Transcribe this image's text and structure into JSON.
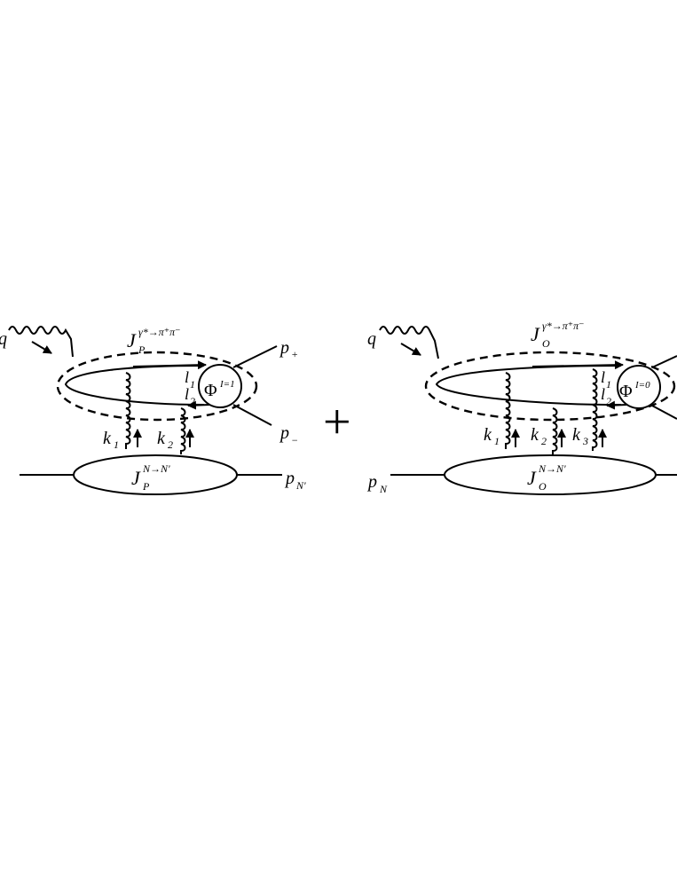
{
  "panels": [
    {
      "id": "pomeron",
      "photon": "q",
      "pair_current": {
        "base": "J",
        "sub": "P",
        "sup": "γ*→π⁺π⁻"
      },
      "nucleon_current": {
        "base": "J",
        "sub": "P",
        "sup": "N→N'"
      },
      "quark_labels": [
        {
          "base": "l",
          "sub": "1"
        },
        {
          "base": "l",
          "sub": "2"
        }
      ],
      "blob": {
        "base": "Φ",
        "sup": "I=1"
      },
      "out_plus": {
        "base": "p",
        "sub": "+"
      },
      "out_minus": {
        "base": "p",
        "sub": "−"
      },
      "nucleon_out": {
        "base": "p",
        "sub": "N'"
      },
      "gluons": [
        {
          "base": "k",
          "sub": "1"
        },
        {
          "base": "k",
          "sub": "2"
        }
      ]
    },
    {
      "id": "odderon",
      "photon": "q",
      "pair_current": {
        "base": "J",
        "sub": "O",
        "sup": "γ*→π⁺π⁻"
      },
      "nucleon_current": {
        "base": "J",
        "sub": "O",
        "sup": "N→N'"
      },
      "quark_labels": [
        {
          "base": "l",
          "sub": "1"
        },
        {
          "base": "l",
          "sub": "2"
        }
      ],
      "blob": {
        "base": "Φ",
        "sup": "I=0"
      },
      "nucleon_in": {
        "base": "p",
        "sub": "N"
      },
      "gluons": [
        {
          "base": "k",
          "sub": "1"
        },
        {
          "base": "k",
          "sub": "2"
        },
        {
          "base": "k",
          "sub": "3"
        }
      ]
    }
  ],
  "operator": "+"
}
